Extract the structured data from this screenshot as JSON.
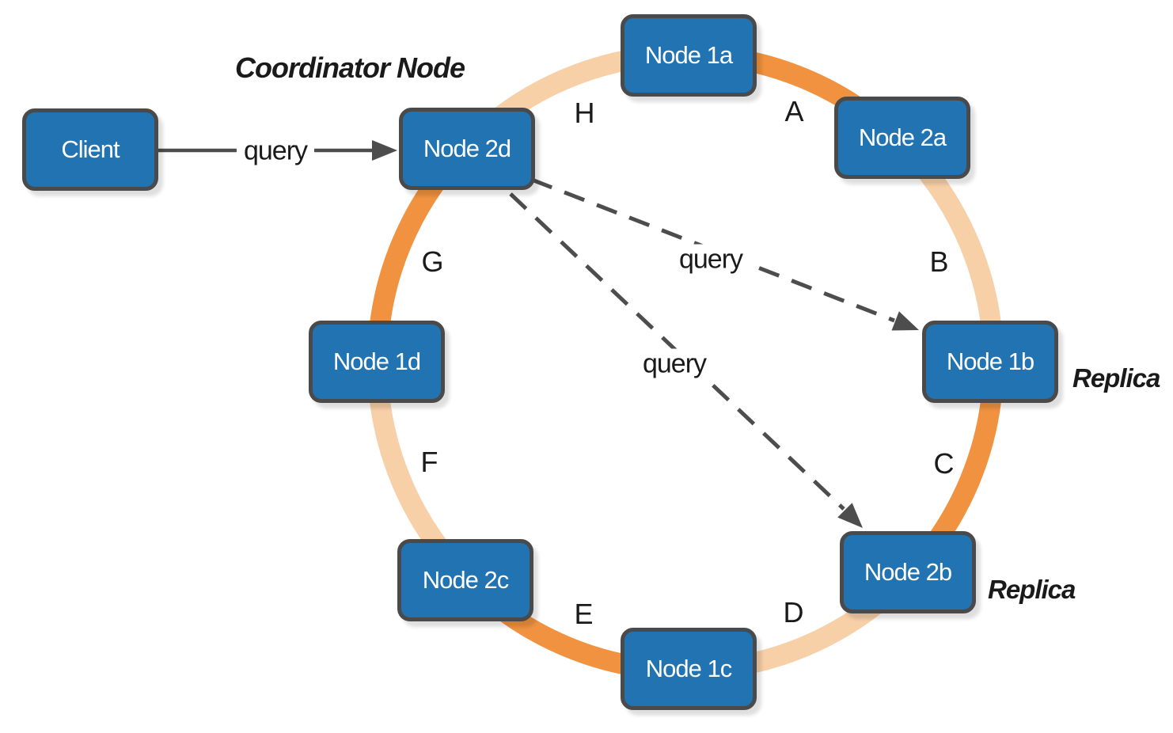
{
  "colors": {
    "node_fill": "#2173b1",
    "node_border": "#4a4a4a",
    "node_text": "#ffffff",
    "ring_primary": "#f0923f",
    "ring_secondary": "#f8d0a8",
    "arrow": "#4d4d4d",
    "label_text": "#1a1a1a"
  },
  "client": {
    "label": "Client"
  },
  "nodes": [
    {
      "id": "1a",
      "label": "Node 1a"
    },
    {
      "id": "2a",
      "label": "Node 2a"
    },
    {
      "id": "1b",
      "label": "Node 1b"
    },
    {
      "id": "2b",
      "label": "Node 2b"
    },
    {
      "id": "1c",
      "label": "Node 1c"
    },
    {
      "id": "2c",
      "label": "Node 2c"
    },
    {
      "id": "1d",
      "label": "Node 1d"
    },
    {
      "id": "2d",
      "label": "Node 2d"
    }
  ],
  "ring": {
    "segments": [
      {
        "label": "A"
      },
      {
        "label": "B"
      },
      {
        "label": "C"
      },
      {
        "label": "D"
      },
      {
        "label": "E"
      },
      {
        "label": "F"
      },
      {
        "label": "G"
      },
      {
        "label": "H"
      }
    ]
  },
  "annotations": {
    "coordinator_label": "Coordinator Node",
    "replica_label_1b": "Replica",
    "replica_label_2b": "Replica",
    "client_query_label": "query",
    "query_to_node_1b_label": "query",
    "query_to_node_2b_label": "query"
  }
}
